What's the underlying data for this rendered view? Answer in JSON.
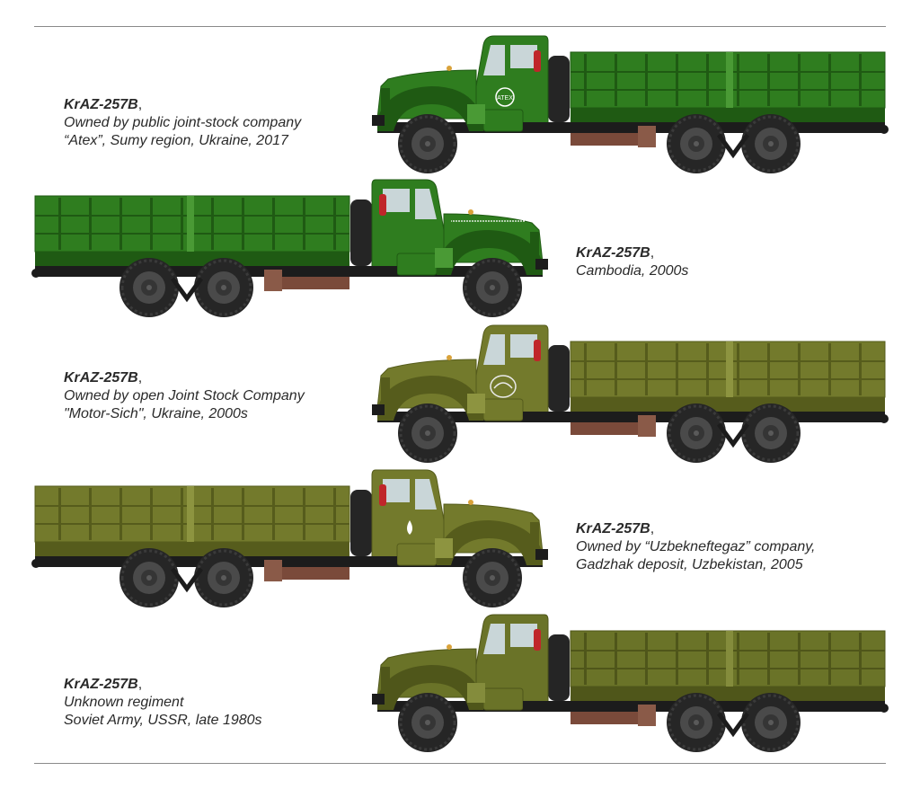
{
  "profiles": [
    {
      "title": "KrAZ-257B",
      "lines": [
        "Owned by public joint-stock company",
        "“Atex”, Sumy region, Ukraine, 2017"
      ],
      "color": "#2f7d1f",
      "dark": "#1f5a13",
      "light": "#4a9a35",
      "orientation": "right",
      "emblem": "atex-logo",
      "emblem_text": "ATEX"
    },
    {
      "title": "KrAZ-257B",
      "lines": [
        "Cambodia, 2000s"
      ],
      "color": "#2f7d1f",
      "dark": "#1f5a13",
      "light": "#4a9a35",
      "orientation": "left",
      "emblem": "khmer-inscription"
    },
    {
      "title": "KrAZ-257B",
      "lines": [
        "Owned by open Joint Stock Company",
        "\"Motor-Sich\", Ukraine, 2000s"
      ],
      "color": "#737a2c",
      "dark": "#565c1c",
      "light": "#8d9440",
      "orientation": "right",
      "emblem": "motor-sich-logo"
    },
    {
      "title": "KrAZ-257B",
      "lines": [
        "Owned by “Uzbekneftegaz” company,",
        "Gadzhak deposit, Uzbekistan, 2005"
      ],
      "color": "#737a2c",
      "dark": "#565c1c",
      "light": "#8d9440",
      "orientation": "left",
      "emblem": "uzbekneftegaz-logo"
    },
    {
      "title": "KrAZ-257B",
      "lines": [
        "Unknown regiment",
        "Soviet Army, USSR, late 1980s"
      ],
      "color": "#6a7328",
      "dark": "#4f561a",
      "light": "#848c3c",
      "orientation": "right",
      "emblem": "none"
    }
  ]
}
